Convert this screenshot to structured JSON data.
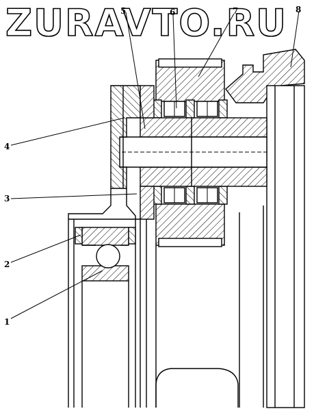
{
  "watermark": "ZURAVTO.RU",
  "callouts": [
    {
      "id": "1",
      "label": "1"
    },
    {
      "id": "2",
      "label": "2"
    },
    {
      "id": "3",
      "label": "3"
    },
    {
      "id": "4",
      "label": "4"
    },
    {
      "id": "5",
      "label": "5"
    },
    {
      "id": "6",
      "label": "6"
    },
    {
      "id": "7",
      "label": "7"
    },
    {
      "id": "8",
      "label": "8"
    }
  ]
}
